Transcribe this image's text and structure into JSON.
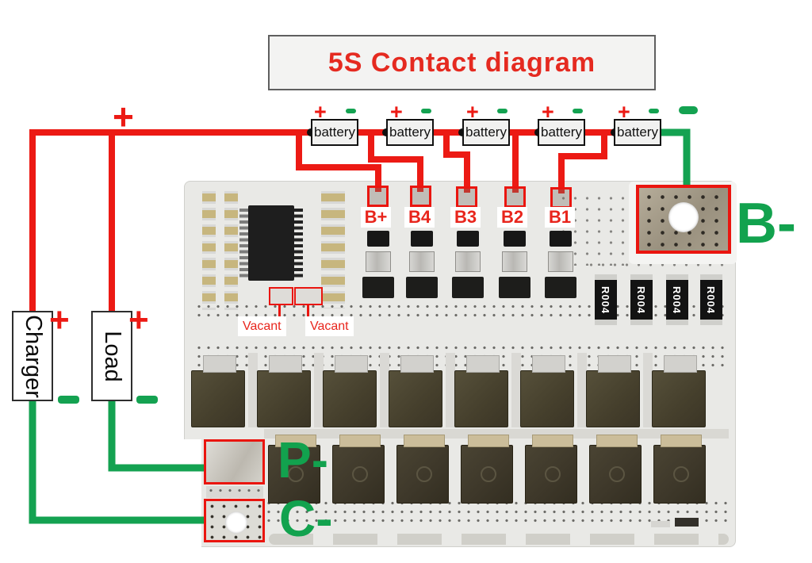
{
  "title": "5S Contact diagram",
  "batteries": {
    "label": "battery",
    "count": 5,
    "plus": "+",
    "minus": "-"
  },
  "devices": {
    "charger": "Charger",
    "load": "Load",
    "plus": "+",
    "minus": "-"
  },
  "connections": {
    "pack_plus": "+",
    "sense_labels": [
      "B+",
      "B4",
      "B3",
      "B2",
      "B1"
    ],
    "b_minus": "B-",
    "p_minus": "P-",
    "c_minus": "C-",
    "vacant": "Vacant"
  },
  "board": {
    "shunt_label": "R004",
    "shunt_count": 4,
    "mosfet_row1_count": 8,
    "mosfet_row2_count": 7
  },
  "colors": {
    "wire_positive": "#ec1a14",
    "wire_negative": "#14a251",
    "callout_red": "#ea150f",
    "text_green": "#12a24e",
    "title_red": "#e52a20"
  }
}
